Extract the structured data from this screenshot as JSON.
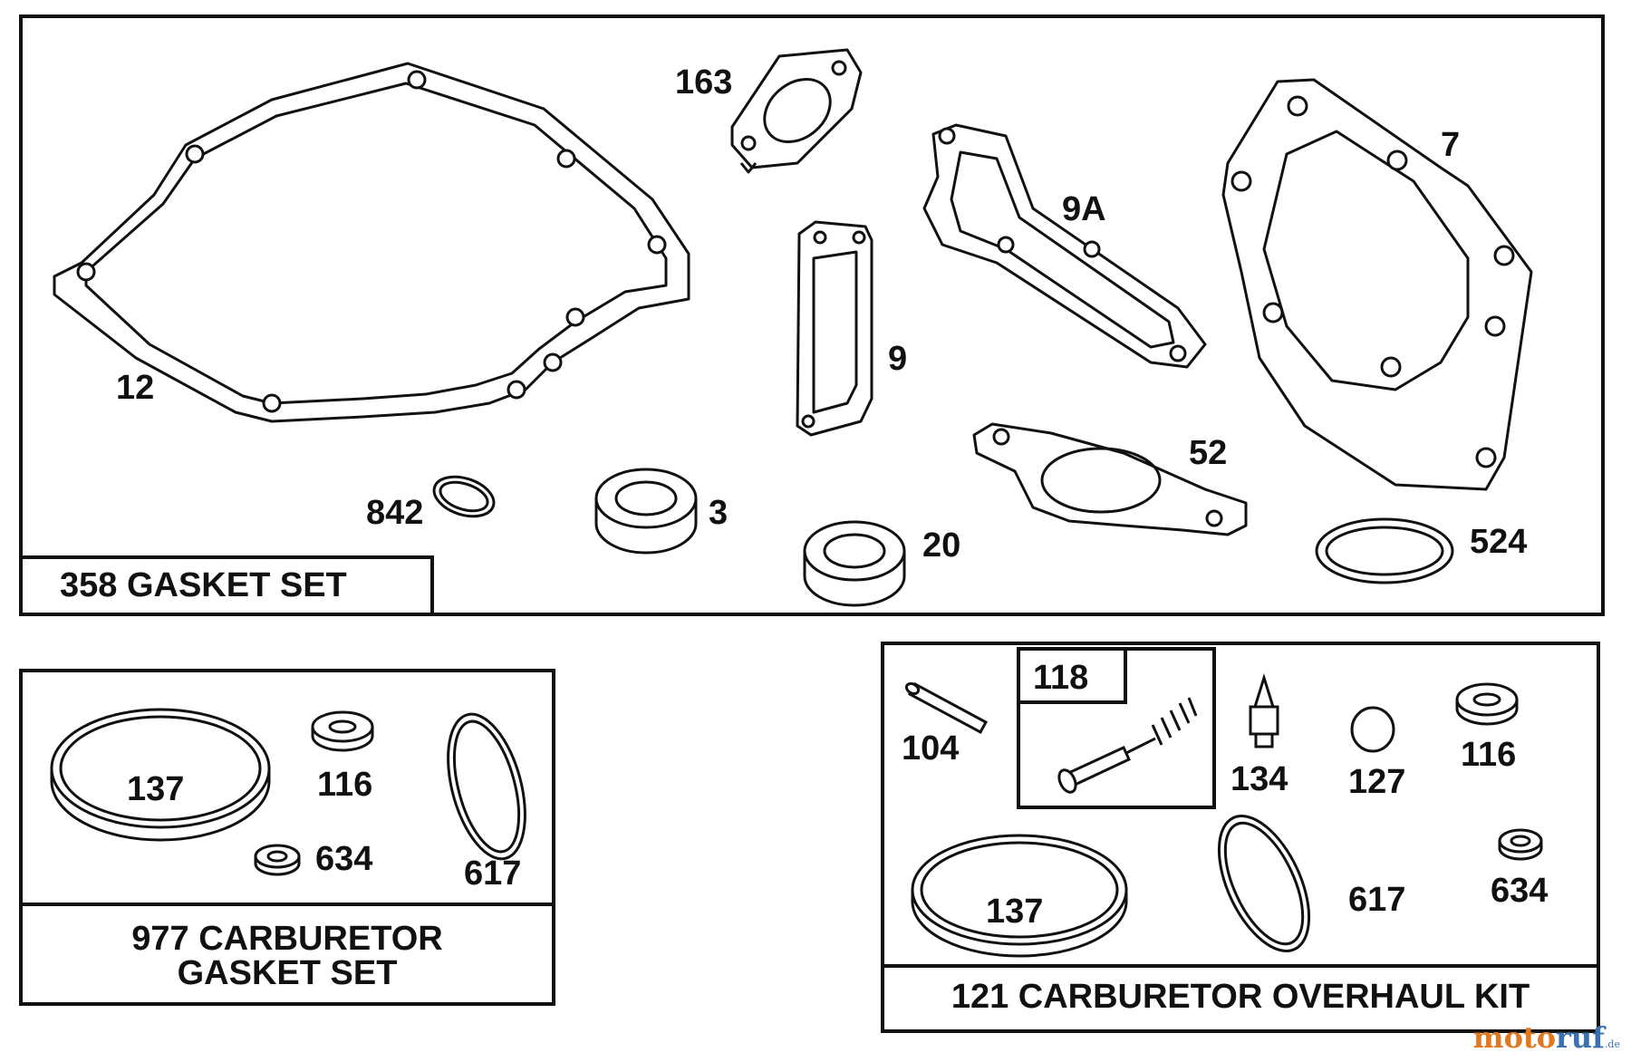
{
  "sets": {
    "gasket_set": "358 GASKET SET",
    "carb_gasket_set_line1": "977 CARBURETOR",
    "carb_gasket_set_line2": "GASKET SET",
    "overhaul_kit": "121 CARBURETOR OVERHAUL KIT"
  },
  "parts": {
    "p163": "163",
    "p9a": "9A",
    "p7": "7",
    "p12": "12",
    "p9": "9",
    "p52": "52",
    "p842": "842",
    "p3": "3",
    "p20": "20",
    "p524": "524",
    "c137": "137",
    "c116": "116",
    "c634": "634",
    "c617": "617",
    "k118": "118",
    "k104": "104",
    "k134": "134",
    "k127": "127",
    "k116": "116",
    "k137": "137",
    "k617": "617",
    "k634": "634"
  },
  "watermark": {
    "orange": "moto",
    "blue": "ruf",
    "suffix": ".de"
  }
}
